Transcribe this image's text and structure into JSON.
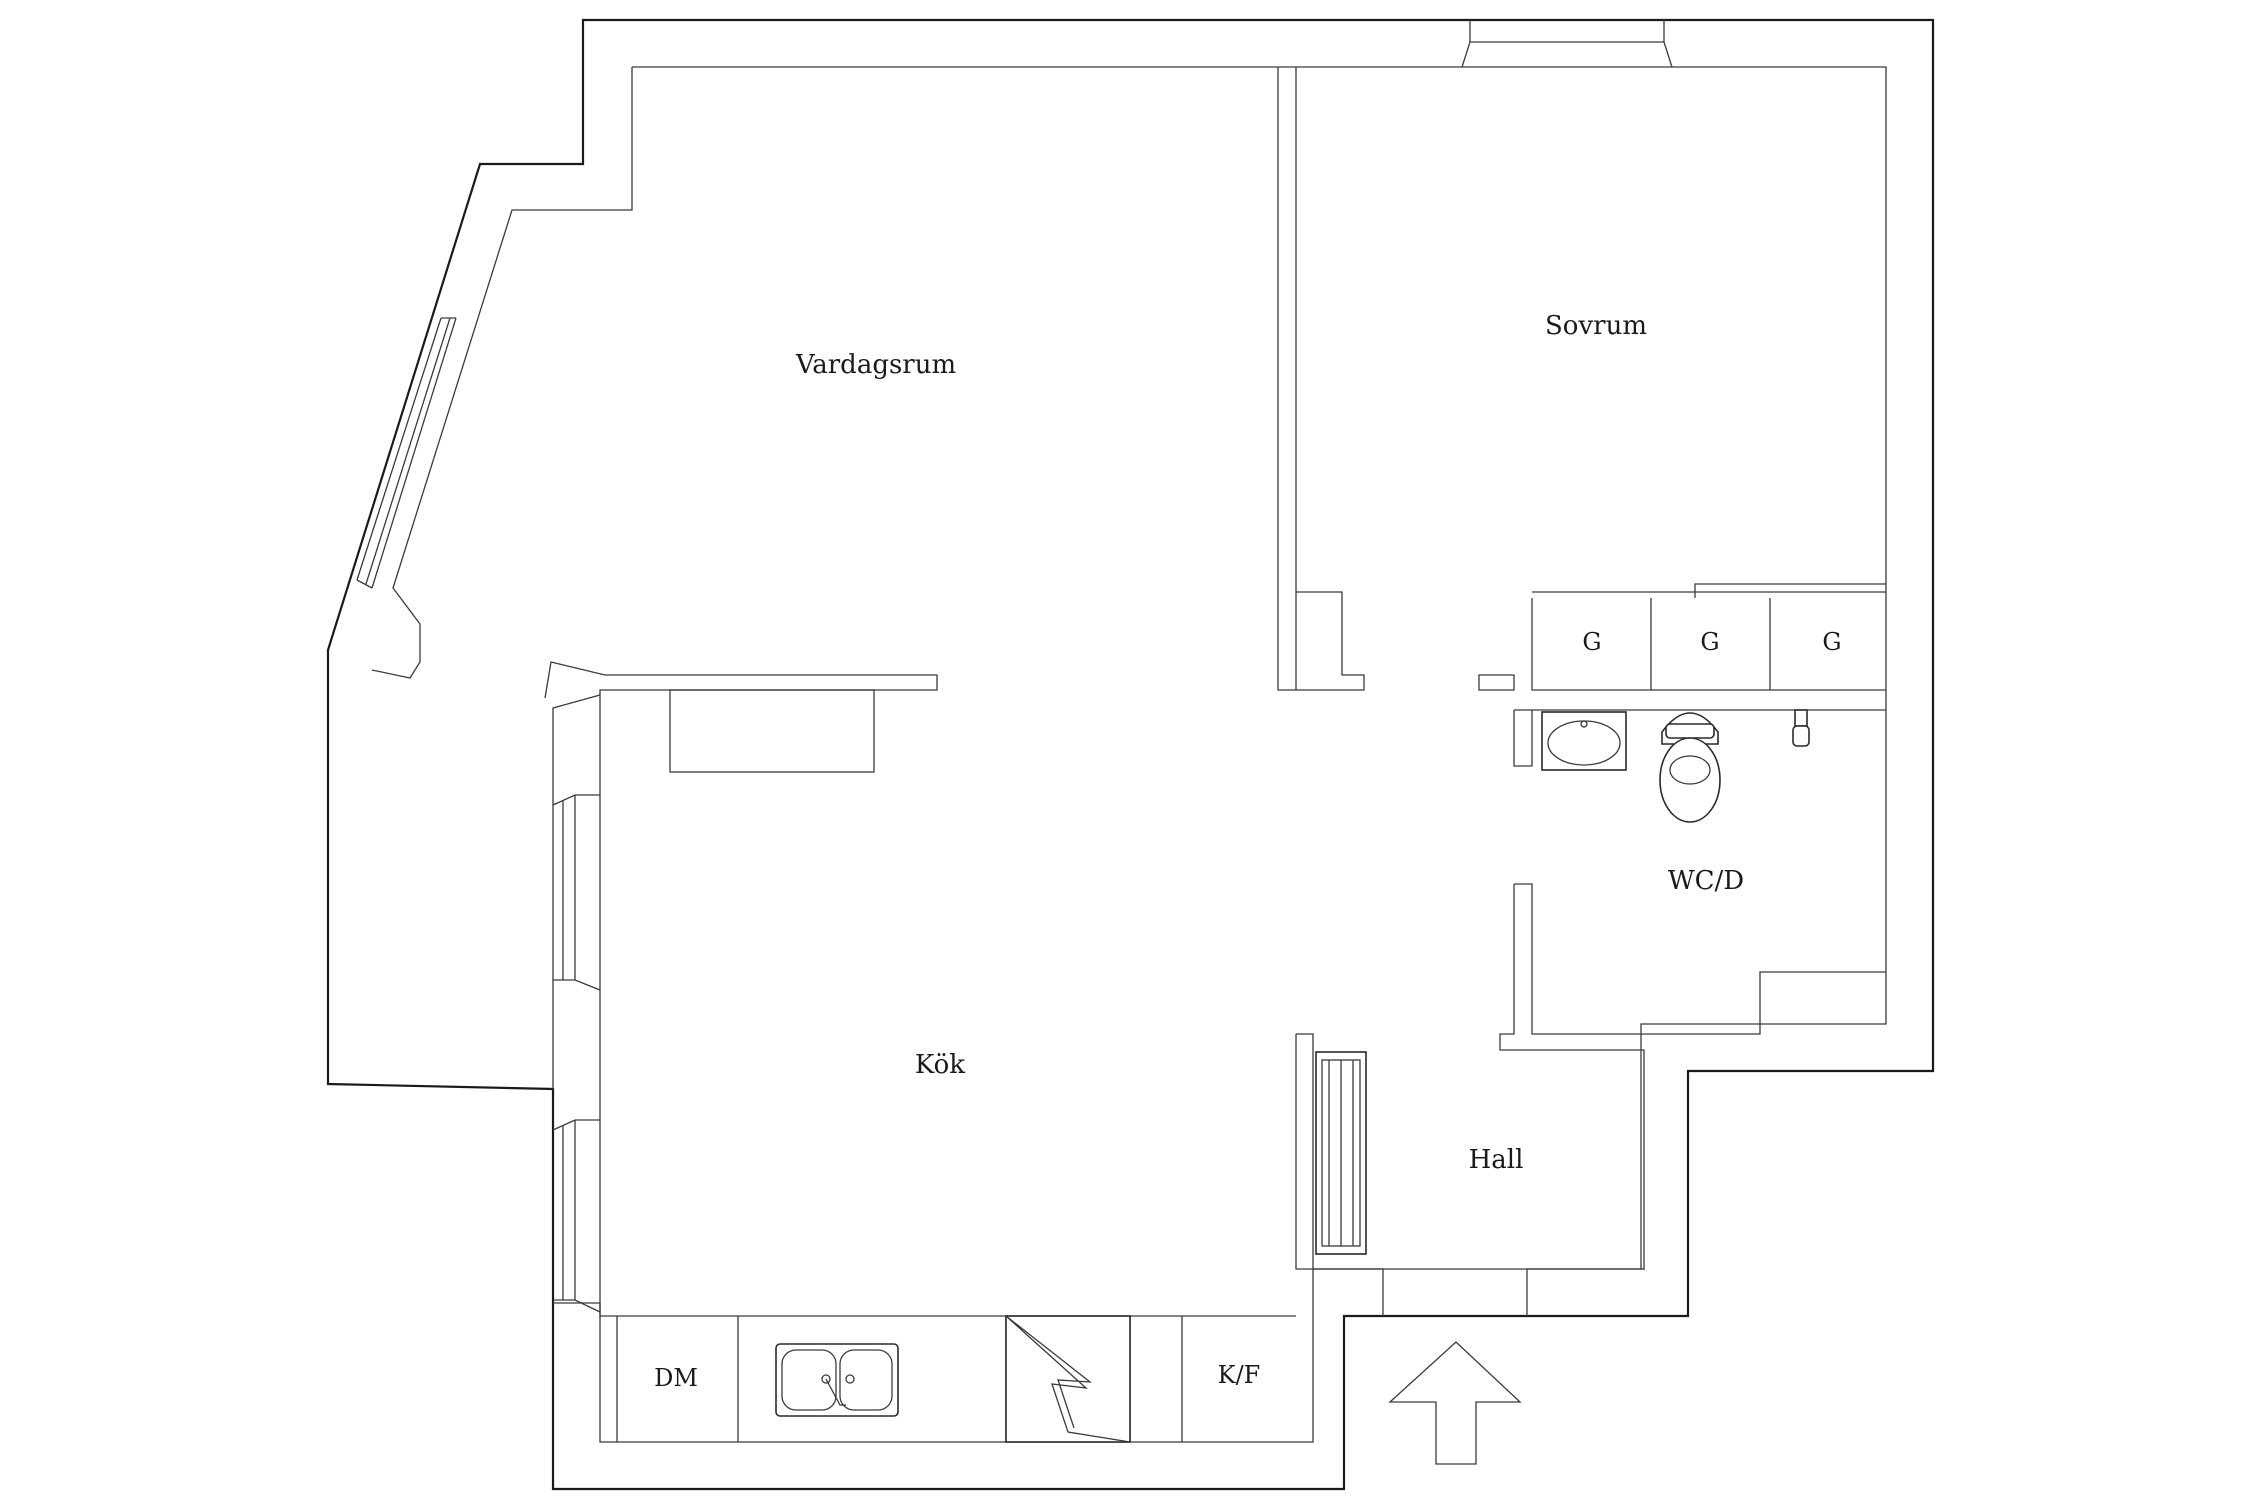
{
  "labels": {
    "living_room": "Vardagsrum",
    "bedroom": "Sovrum",
    "kitchen": "Kök",
    "hall": "Hall",
    "bathroom": "WC/D",
    "wardrobe_1": "G",
    "wardrobe_2": "G",
    "wardrobe_3": "G",
    "dishwasher": "DM",
    "fridge_freezer": "K/F"
  },
  "colors": {
    "line": "#1a1a1a",
    "background": "#ffffff"
  }
}
